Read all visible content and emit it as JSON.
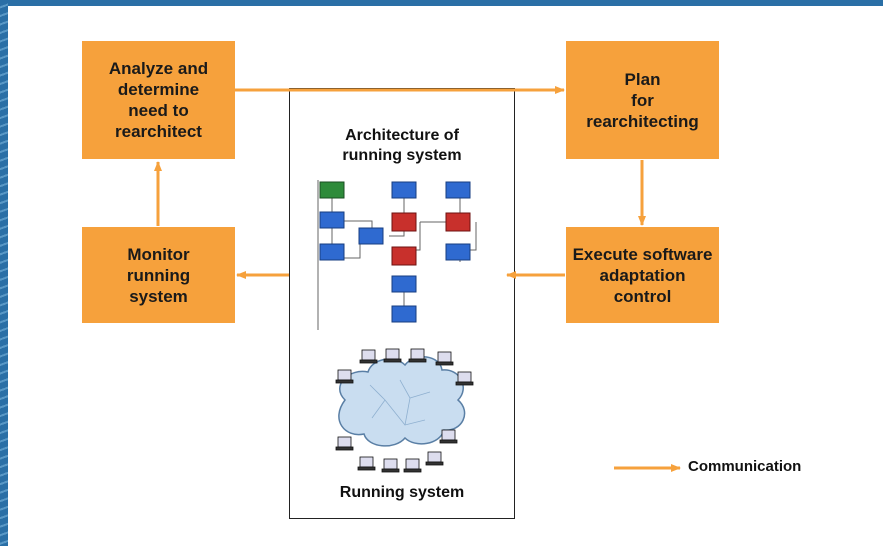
{
  "boxes": {
    "analyze": "Analyze and\ndetermine\nneed to\nrearchitect",
    "plan": "Plan\nfor\nrearchitecting",
    "monitor": "Monitor\nrunning\nsystem",
    "execute": "Execute software\nadaptation\ncontrol"
  },
  "center": {
    "architecture_title": "Architecture of\nrunning system",
    "running_title": "Running system"
  },
  "legend": {
    "label": "Communication"
  },
  "colors": {
    "box": "#f6a13c",
    "arrow": "#f6a13c",
    "frame": "#2a6fa6",
    "cloud": "#c9ddf0"
  }
}
